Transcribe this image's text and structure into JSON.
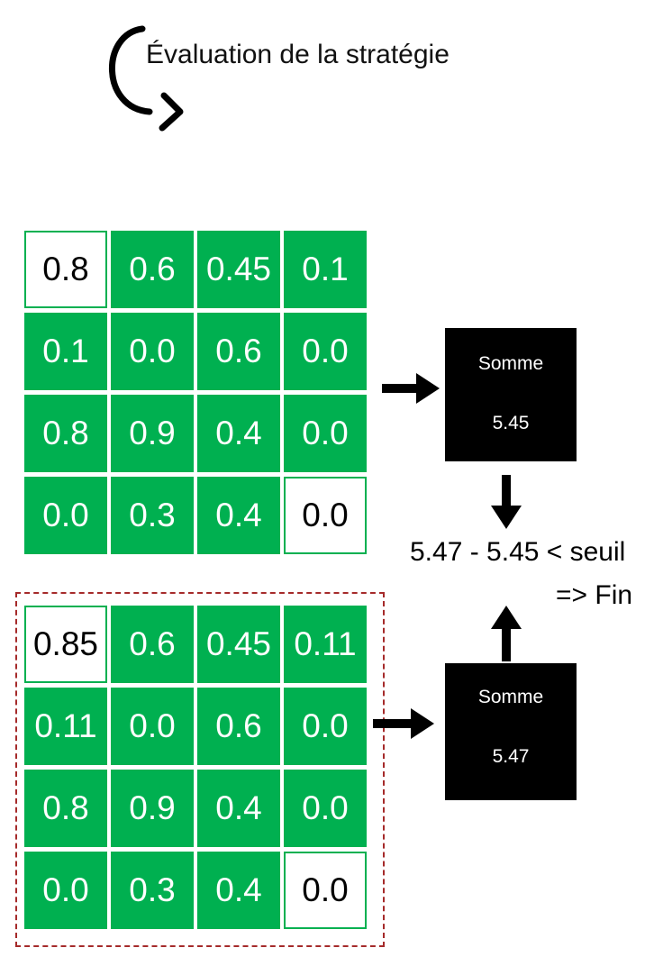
{
  "header": {
    "title": "Évaluation de la stratégie"
  },
  "grid_top": {
    "rows": [
      [
        "0.8",
        "0.6",
        "0.45",
        "0.1"
      ],
      [
        "0.1",
        "0.0",
        "0.6",
        "0.0"
      ],
      [
        "0.8",
        "0.9",
        "0.4",
        "0.0"
      ],
      [
        "0.0",
        "0.3",
        "0.4",
        "0.0"
      ]
    ],
    "highlight": [
      [
        0,
        0
      ],
      [
        3,
        3
      ]
    ]
  },
  "grid_bottom": {
    "rows": [
      [
        "0.85",
        "0.6",
        "0.45",
        "0.11"
      ],
      [
        "0.11",
        "0.0",
        "0.6",
        "0.0"
      ],
      [
        "0.8",
        "0.9",
        "0.4",
        "0.0"
      ],
      [
        "0.0",
        "0.3",
        "0.4",
        "0.0"
      ]
    ],
    "highlight": [
      [
        0,
        0
      ],
      [
        3,
        3
      ]
    ]
  },
  "sum_top": {
    "label": "Somme",
    "value": "5.45"
  },
  "sum_bottom": {
    "label": "Somme",
    "value": "5.47"
  },
  "comparison": {
    "line1": "5.47 - 5.45 < seuil",
    "line2": "=> Fin"
  },
  "colors": {
    "cell_green": "#00b050",
    "frame_dashed": "#a52a2a",
    "sum_box": "#000000"
  },
  "icons": {
    "cycle": "circular-arrow-icon",
    "flow": "arrow-icon"
  }
}
